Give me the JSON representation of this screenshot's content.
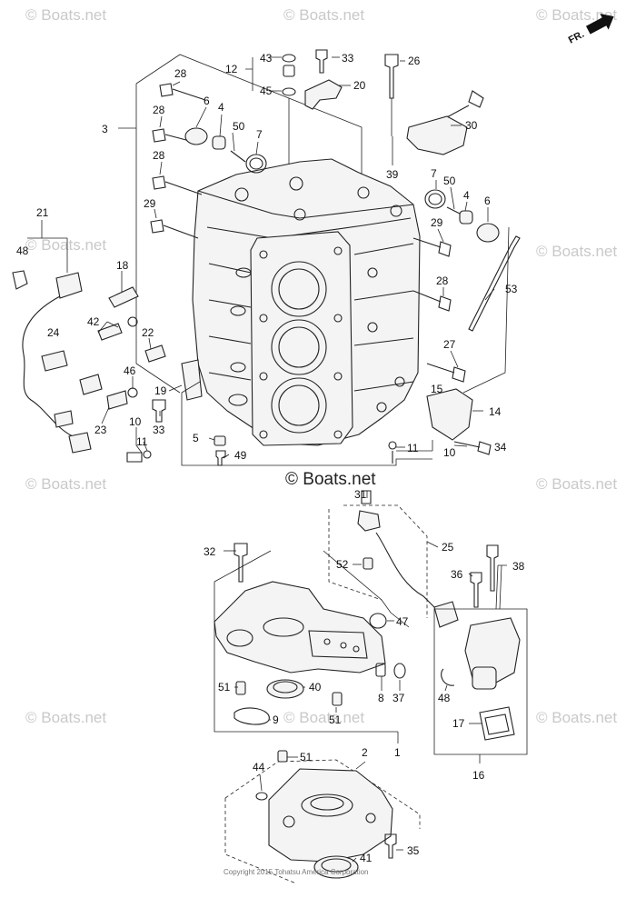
{
  "watermarks": {
    "small": "© Boats.net",
    "center": "© Boats.net"
  },
  "direction": "FR.",
  "copyright": "Copyright 2015 Tohatsu America Corporation",
  "callouts": [
    {
      "id": "c43",
      "text": "43"
    },
    {
      "id": "c12",
      "text": "12"
    },
    {
      "id": "c45",
      "text": "45"
    },
    {
      "id": "c33a",
      "text": "33"
    },
    {
      "id": "c26",
      "text": "26"
    },
    {
      "id": "c28a",
      "text": "28"
    },
    {
      "id": "c20",
      "text": "20"
    },
    {
      "id": "c6a",
      "text": "6"
    },
    {
      "id": "c4a",
      "text": "4"
    },
    {
      "id": "c3",
      "text": "3"
    },
    {
      "id": "c28b",
      "text": "28"
    },
    {
      "id": "c50a",
      "text": "50"
    },
    {
      "id": "c7a",
      "text": "7"
    },
    {
      "id": "c30",
      "text": "30"
    },
    {
      "id": "c28c",
      "text": "28"
    },
    {
      "id": "c39",
      "text": "39"
    },
    {
      "id": "c7b",
      "text": "7"
    },
    {
      "id": "c50b",
      "text": "50"
    },
    {
      "id": "c4b",
      "text": "4"
    },
    {
      "id": "c6b",
      "text": "6"
    },
    {
      "id": "c29a",
      "text": "29"
    },
    {
      "id": "c21",
      "text": "21"
    },
    {
      "id": "c29b",
      "text": "29"
    },
    {
      "id": "c48a",
      "text": "48"
    },
    {
      "id": "c18",
      "text": "18"
    },
    {
      "id": "c28d",
      "text": "28"
    },
    {
      "id": "c53",
      "text": "53"
    },
    {
      "id": "c42",
      "text": "42"
    },
    {
      "id": "c24",
      "text": "24"
    },
    {
      "id": "c22",
      "text": "22"
    },
    {
      "id": "c27",
      "text": "27"
    },
    {
      "id": "c46",
      "text": "46"
    },
    {
      "id": "c15",
      "text": "15"
    },
    {
      "id": "c19",
      "text": "19"
    },
    {
      "id": "c14",
      "text": "14"
    },
    {
      "id": "c10a",
      "text": "10"
    },
    {
      "id": "c33b",
      "text": "33"
    },
    {
      "id": "c23",
      "text": "23"
    },
    {
      "id": "c11a",
      "text": "11"
    },
    {
      "id": "c5",
      "text": "5"
    },
    {
      "id": "c11b",
      "text": "11"
    },
    {
      "id": "c34",
      "text": "34"
    },
    {
      "id": "c49",
      "text": "49"
    },
    {
      "id": "c10b",
      "text": "10"
    },
    {
      "id": "c31",
      "text": "31"
    },
    {
      "id": "c25",
      "text": "25"
    },
    {
      "id": "c32",
      "text": "32"
    },
    {
      "id": "c52",
      "text": "52"
    },
    {
      "id": "c36",
      "text": "36"
    },
    {
      "id": "c38",
      "text": "38"
    },
    {
      "id": "c47",
      "text": "47"
    },
    {
      "id": "c51a",
      "text": "51"
    },
    {
      "id": "c40",
      "text": "40"
    },
    {
      "id": "c8",
      "text": "8"
    },
    {
      "id": "c37",
      "text": "37"
    },
    {
      "id": "c48b",
      "text": "48"
    },
    {
      "id": "c9",
      "text": "9"
    },
    {
      "id": "c51b",
      "text": "51"
    },
    {
      "id": "c17",
      "text": "17"
    },
    {
      "id": "c1",
      "text": "1"
    },
    {
      "id": "c51c",
      "text": "51"
    },
    {
      "id": "c2",
      "text": "2"
    },
    {
      "id": "c16",
      "text": "16"
    },
    {
      "id": "c44",
      "text": "44"
    },
    {
      "id": "c35",
      "text": "35"
    },
    {
      "id": "c41",
      "text": "41"
    }
  ]
}
